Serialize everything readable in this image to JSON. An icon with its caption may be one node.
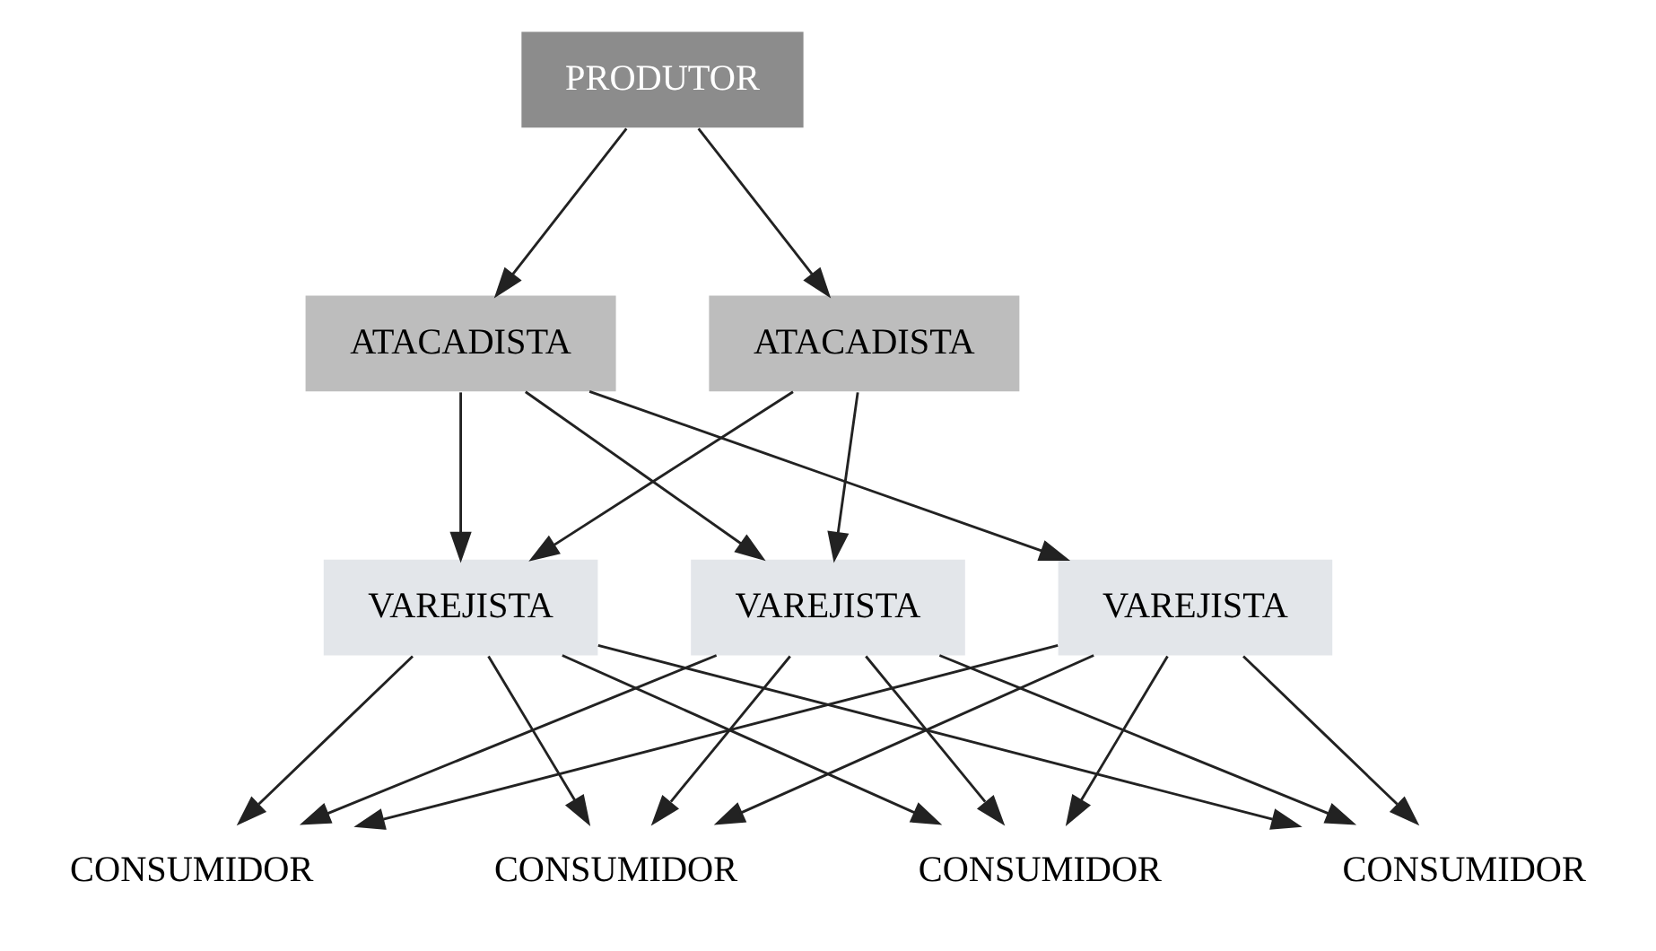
{
  "diagram": {
    "nodes": [
      {
        "text": [
          "PRODUTOR"
        ]
      },
      {
        "text": [
          "ATACADISTA"
        ]
      },
      {
        "text": [
          "ATACADISTA"
        ]
      },
      {
        "text": [
          "VAREJISTA"
        ]
      },
      {
        "text": [
          "VAREJISTA"
        ]
      },
      {
        "text": [
          "VAREJISTA"
        ]
      },
      {
        "text": [
          "CONSUMIDOR"
        ]
      },
      {
        "text": [
          "CONSUMIDOR"
        ]
      },
      {
        "text": [
          "CONSUMIDOR"
        ]
      },
      {
        "text": [
          "CONSUMIDOR"
        ]
      }
    ],
    "edges": [
      {
        "from": 0,
        "to": 1,
        "arrow": "to"
      },
      {
        "from": 0,
        "to": 2,
        "arrow": "to"
      },
      {
        "from": 1,
        "to": 3,
        "arrow": "to"
      },
      {
        "from": 1,
        "to": 4,
        "arrow": "to"
      },
      {
        "from": 1,
        "to": 5,
        "arrow": "to"
      },
      {
        "from": 2,
        "to": 3,
        "arrow": "to"
      },
      {
        "from": 2,
        "to": 4,
        "arrow": "to"
      },
      {
        "from": 3,
        "to": 6,
        "arrow": "to"
      },
      {
        "from": 3,
        "to": 7,
        "arrow": "to"
      },
      {
        "from": 3,
        "to": 8,
        "arrow": "to"
      },
      {
        "from": 3,
        "to": 9,
        "arrow": "to"
      },
      {
        "from": 4,
        "to": 6,
        "arrow": "to"
      },
      {
        "from": 4,
        "to": 7,
        "arrow": "to"
      },
      {
        "from": 4,
        "to": 8,
        "arrow": "to"
      },
      {
        "from": 4,
        "to": 9,
        "arrow": "to"
      },
      {
        "from": 5,
        "to": 6,
        "arrow": "to"
      },
      {
        "from": 5,
        "to": 7,
        "arrow": "to"
      },
      {
        "from": 5,
        "to": 8,
        "arrow": "to"
      },
      {
        "from": 5,
        "to": 9,
        "arrow": "to"
      }
    ]
  }
}
